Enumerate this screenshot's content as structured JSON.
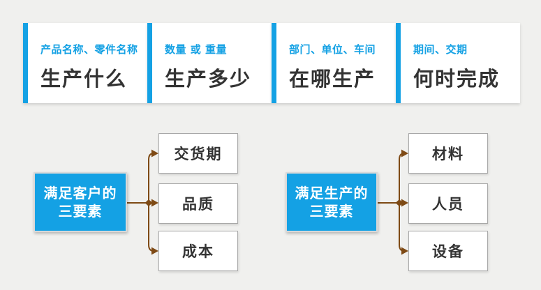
{
  "colors": {
    "background": "#f0f0ee",
    "accent_blue": "#14a1e4",
    "connector_brown": "#7e4a15",
    "title_dark": "#333333",
    "target_border_gray": "#a8a8a8"
  },
  "cards": [
    {
      "subtitle": "产品名称、零件名称",
      "title": "生产什么"
    },
    {
      "subtitle": "数量 或 重量",
      "title": "生产多少"
    },
    {
      "subtitle": "部门、单位、车间",
      "title": "在哪生产"
    },
    {
      "subtitle": "期间、交期",
      "title": "何时完成"
    }
  ],
  "diagrams": [
    {
      "source_line1": "满足客户的",
      "source_line2": "三要素",
      "targets": [
        "交货期",
        "品质",
        "成本"
      ]
    },
    {
      "source_line1": "满足生产的",
      "source_line2": "三要素",
      "targets": [
        "材料",
        "人员",
        "设备"
      ]
    }
  ]
}
